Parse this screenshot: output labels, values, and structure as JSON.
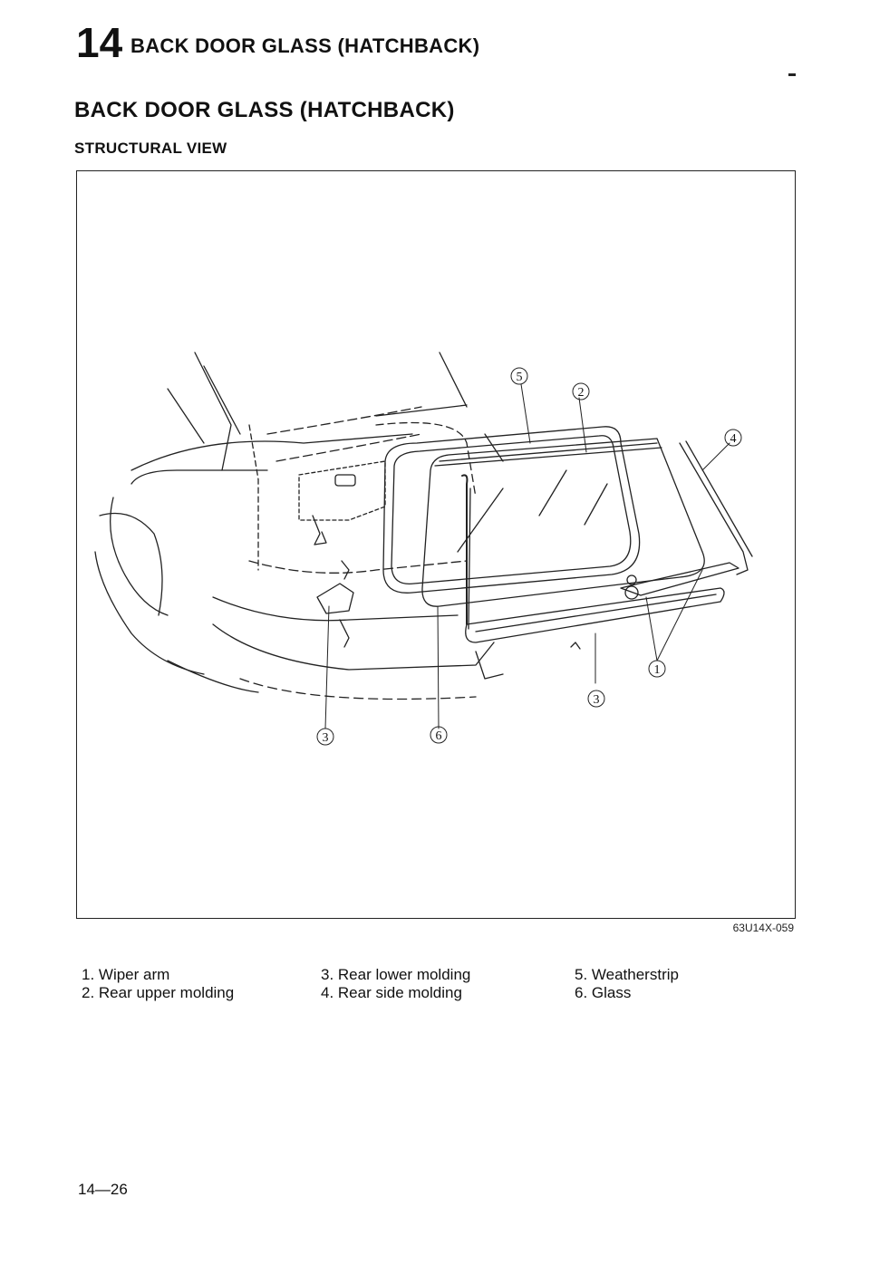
{
  "header": {
    "chapter_number": "14",
    "chapter_title": "BACK DOOR GLASS (HATCHBACK)"
  },
  "section_title": "BACK DOOR GLASS (HATCHBACK)",
  "subsection_title": "STRUCTURAL VIEW",
  "figure": {
    "code": "63U14X-059",
    "callouts": [
      "5",
      "2",
      "4",
      "1",
      "3",
      "3",
      "6"
    ]
  },
  "legend": {
    "columns": [
      [
        "1. Wiper arm",
        "2. Rear upper molding"
      ],
      [
        "3. Rear lower molding",
        "4. Rear side molding"
      ],
      [
        "5. Weatherstrip",
        "6. Glass"
      ]
    ]
  },
  "page_number": "14—26",
  "colors": {
    "ink": "#111111",
    "paper": "#ffffff"
  }
}
